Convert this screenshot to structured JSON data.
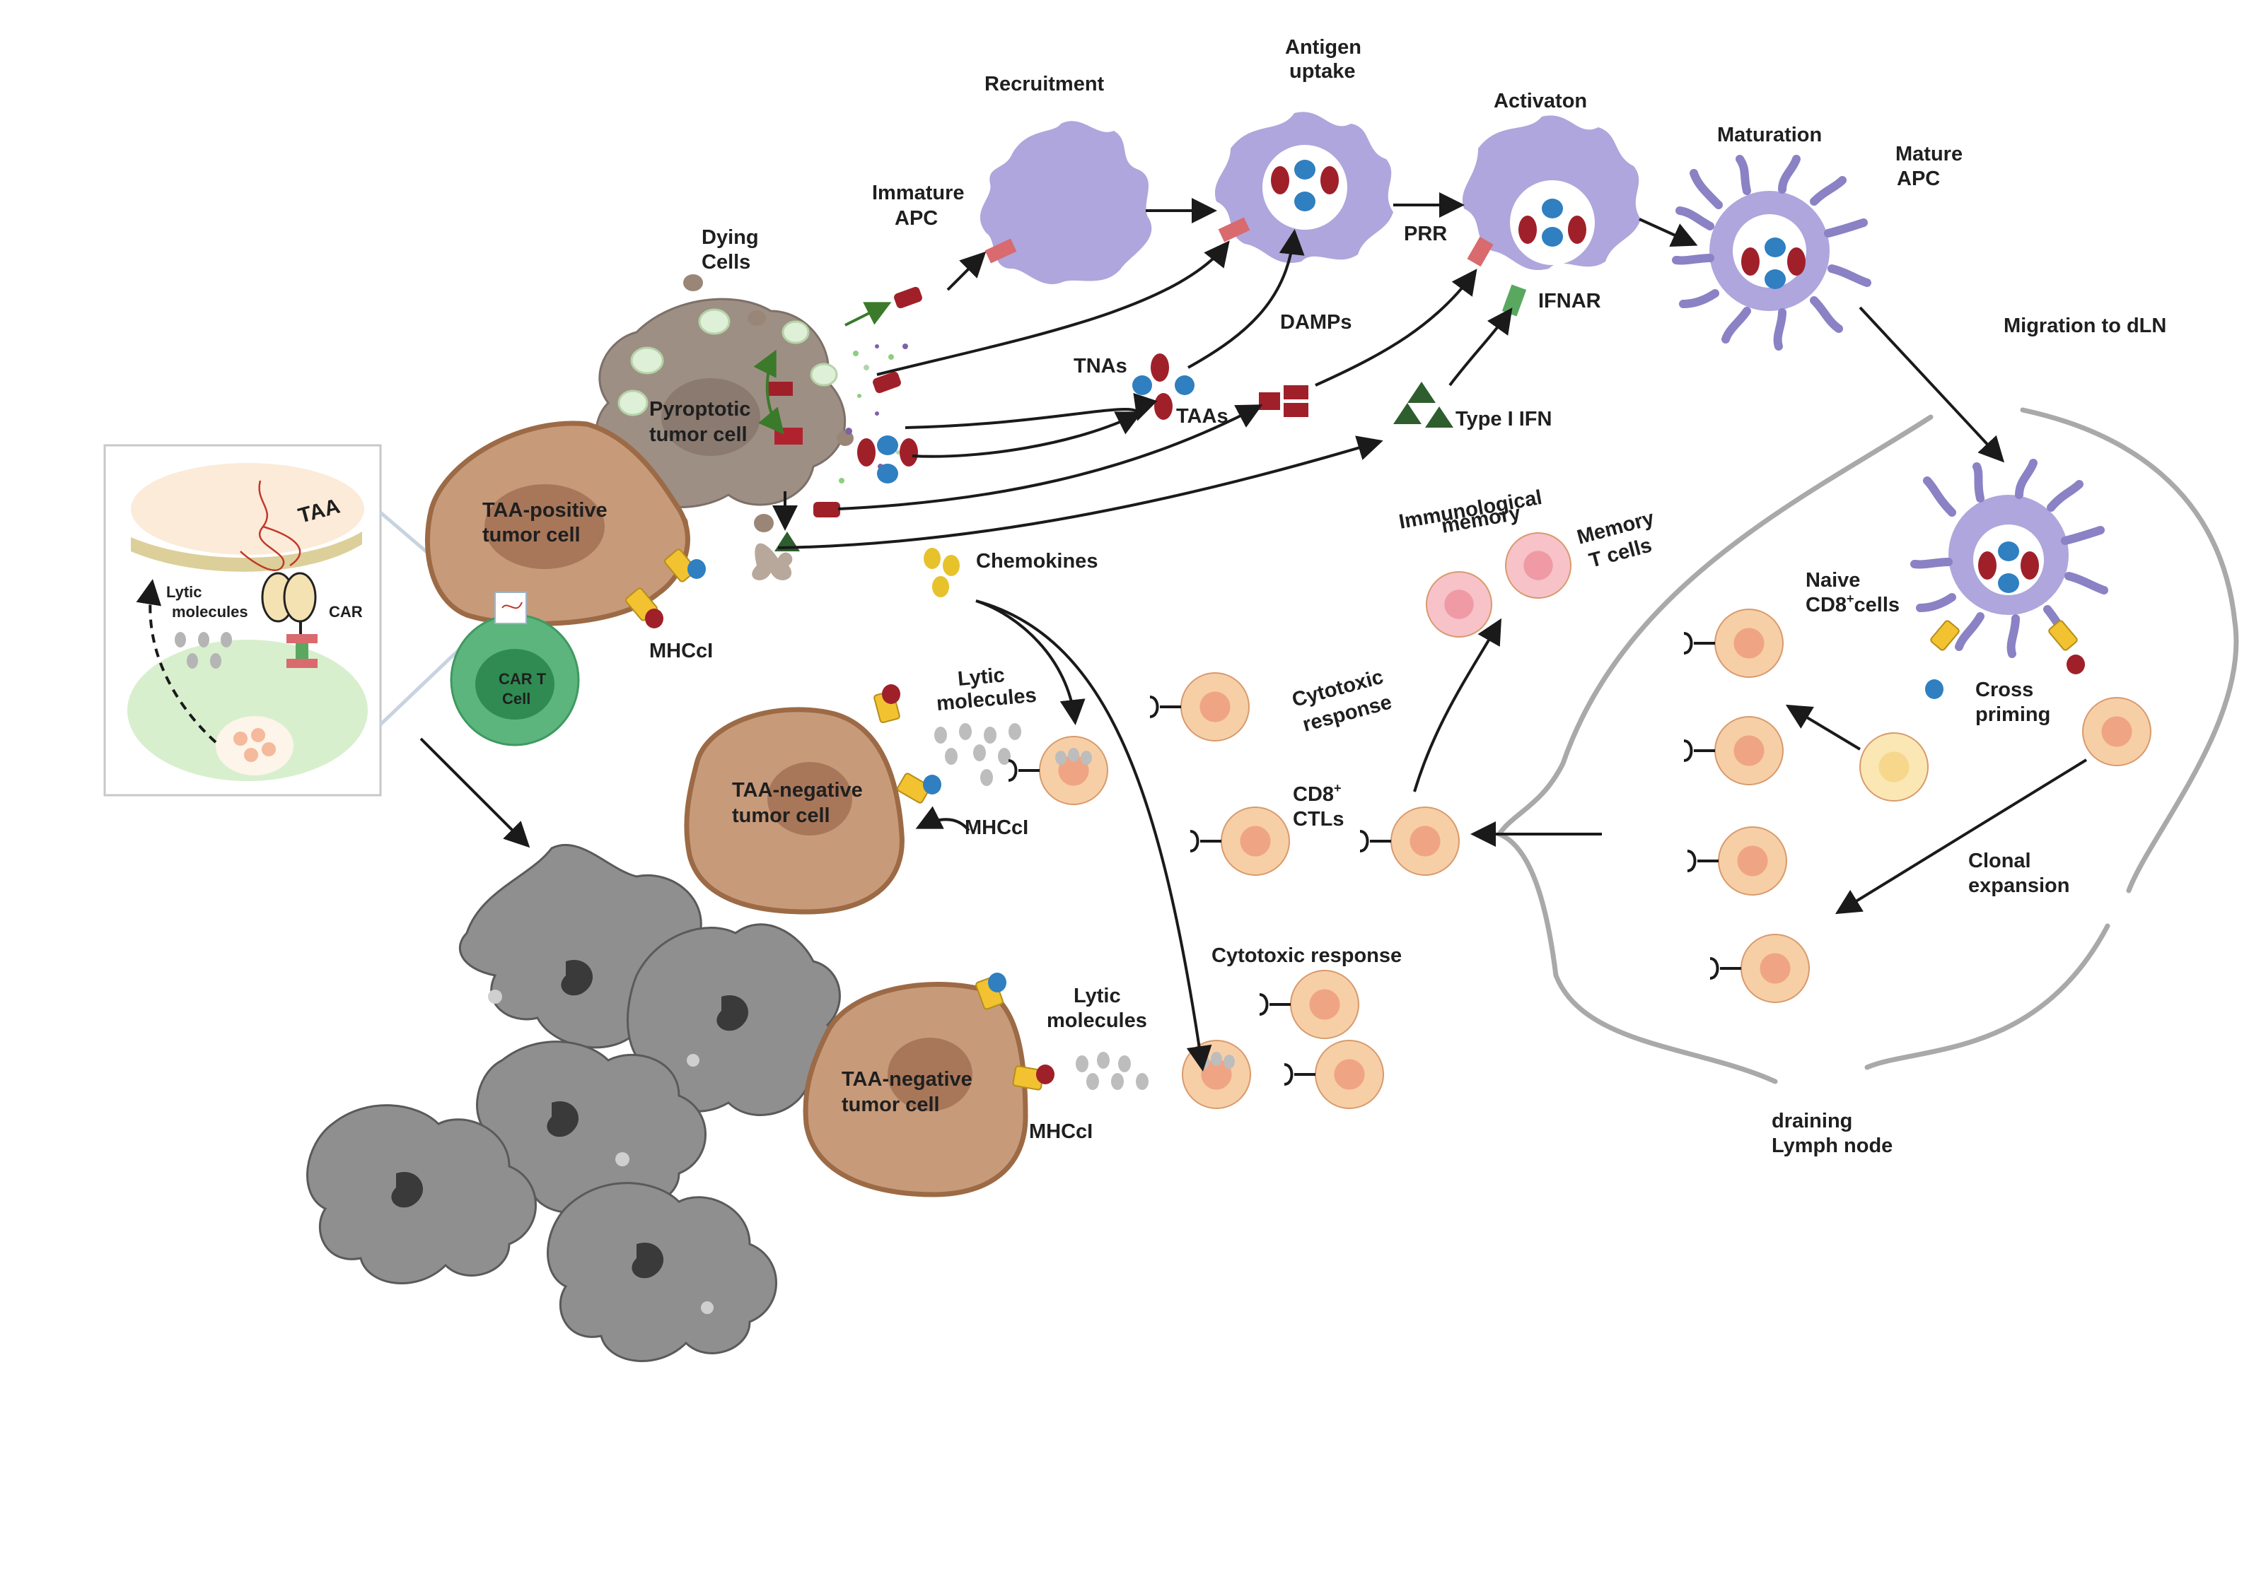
{
  "labels": {
    "recruitment": "Recruitment",
    "antigen_uptake_1": "Antigen",
    "antigen_uptake_2": "uptake",
    "activation": "Activaton",
    "maturation": "Maturation",
    "mature_apc_1": "Mature",
    "mature_apc_2": "APC",
    "immature_apc_1": "Immature",
    "immature_apc_2": "APC",
    "dying_cells_1": "Dying",
    "dying_cells_2": "Cells",
    "prr": "PRR",
    "damps": "DAMPs",
    "ifnar": "IFNAR",
    "tnas": "TNAs",
    "taas": "TAAs",
    "type_i_ifn": "Type I IFN",
    "pyroptotic_1": "Pyroptotic",
    "pyroptotic_2": "tumor cell",
    "taa_positive_1": "TAA-positive",
    "taa_positive_2": "tumor cell",
    "car_t_1": "CAR T",
    "car_t_2": "Cell",
    "mhcci_1": "MHCcI",
    "mhcci_2": "MHCcI",
    "mhcci_3": "MHCcI",
    "chemokines": "Chemokines",
    "migration": "Migration to dLN",
    "immunological_memory_1": "Immunological",
    "immunological_memory_2": "memory",
    "memory_t_1": "Memory",
    "memory_t_2": "T cells",
    "cytotoxic_response_1a": "Cytotoxic",
    "cytotoxic_response_1b": "response",
    "cytotoxic_response_2": "Cytotoxic response",
    "cd8_ctls_1": "CD8",
    "cd8_ctls_sup": "+",
    "cd8_ctls_2": "CTLs",
    "naive_1": "Naive",
    "naive_2": "CD8",
    "naive_sup": "+",
    "naive_3": "cells",
    "cross_priming_1": "Cross",
    "cross_priming_2": "priming",
    "clonal_expansion_1": "Clonal",
    "clonal_expansion_2": "expansion",
    "draining_1": "draining",
    "draining_2": "Lymph node",
    "lytic_a_1": "Lytic",
    "lytic_a_2": "molecules",
    "lytic_b_1": "Lytic",
    "lytic_b_2": "molecules",
    "taa_negative_a_1": "TAA-negative",
    "taa_negative_a_2": "tumor cell",
    "taa_negative_b_1": "TAA-negative",
    "taa_negative_b_2": "tumor cell",
    "inset_taa": "TAA",
    "inset_lytic_1": "Lytic",
    "inset_lytic_2": "molecules",
    "inset_car": "CAR"
  },
  "colors": {
    "apc_purple": "#aea6dc",
    "apc_purple_dark": "#8a82c4",
    "tumor_brown": "#c79a7a",
    "tumor_border": "#9c6a45",
    "tumor_nucleus": "#a8775a",
    "tcell_fill": "#f7cfa7",
    "tcell_nucleus": "#efa583",
    "naive_yellow": "#fbe7b4",
    "memory_pink": "#f7c2c8",
    "dead_gray": "#8c8c8c",
    "car_green": "#5bb57d",
    "antigen_red": "#a0202a",
    "antigen_blue": "#2f7fc1",
    "mhc_yellow": "#f2c230",
    "ifn_green": "#2e5e2e",
    "node_gray": "#a9a9a9"
  }
}
